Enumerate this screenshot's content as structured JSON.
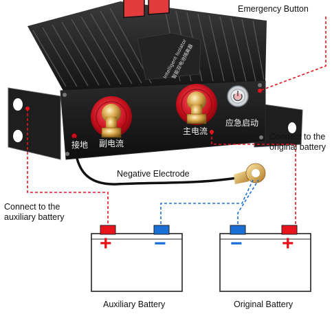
{
  "labels": {
    "emergency_button": "Emergency Button",
    "connect_original": "Connect to the original battery",
    "negative_electrode": "Negative Electrode",
    "connect_auxiliary": "Connect to the auxiliary battery",
    "auxiliary_battery": "Auxiliary Battery",
    "original_battery": "Original Battery"
  },
  "device_text": {
    "ground": "接地",
    "aux_current": "副电流",
    "main_current": "主电流",
    "emergency_start": "应急启动",
    "panel_title": "Intelligent Isolator",
    "panel_line_1": "智能双电池隔离器"
  },
  "battery_signs": {
    "plus": "+",
    "minus": "−"
  },
  "colors": {
    "positive": "#e8141c",
    "negative": "#1a6fd6",
    "device_body": "#1b1b1b",
    "terminal_red": "#c8101c"
  }
}
